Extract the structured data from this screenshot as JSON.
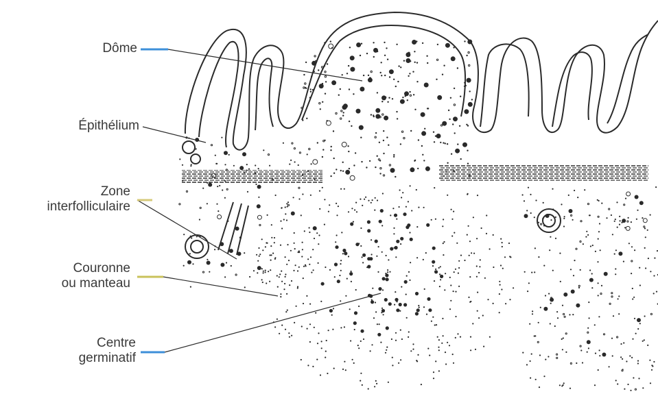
{
  "labels": {
    "dome": "Dôme",
    "epithelium": "Épithélium",
    "interfollicular_line1": "Zone",
    "interfollicular_line2": "interfolliculaire",
    "corona_line1": "Couronne",
    "corona_line2": "ou manteau",
    "germinal_line1": "Centre",
    "germinal_line2": "germinatif"
  },
  "colors": {
    "background": "#ffffff",
    "ink": "#2a2a2a",
    "label_text": "#3a3a3a",
    "tick_dome": "#3d8fd9",
    "tick_interfollicular": "#d6c97a",
    "tick_corona": "#c9c25a",
    "tick_germinal": "#3d8fd9"
  }
}
